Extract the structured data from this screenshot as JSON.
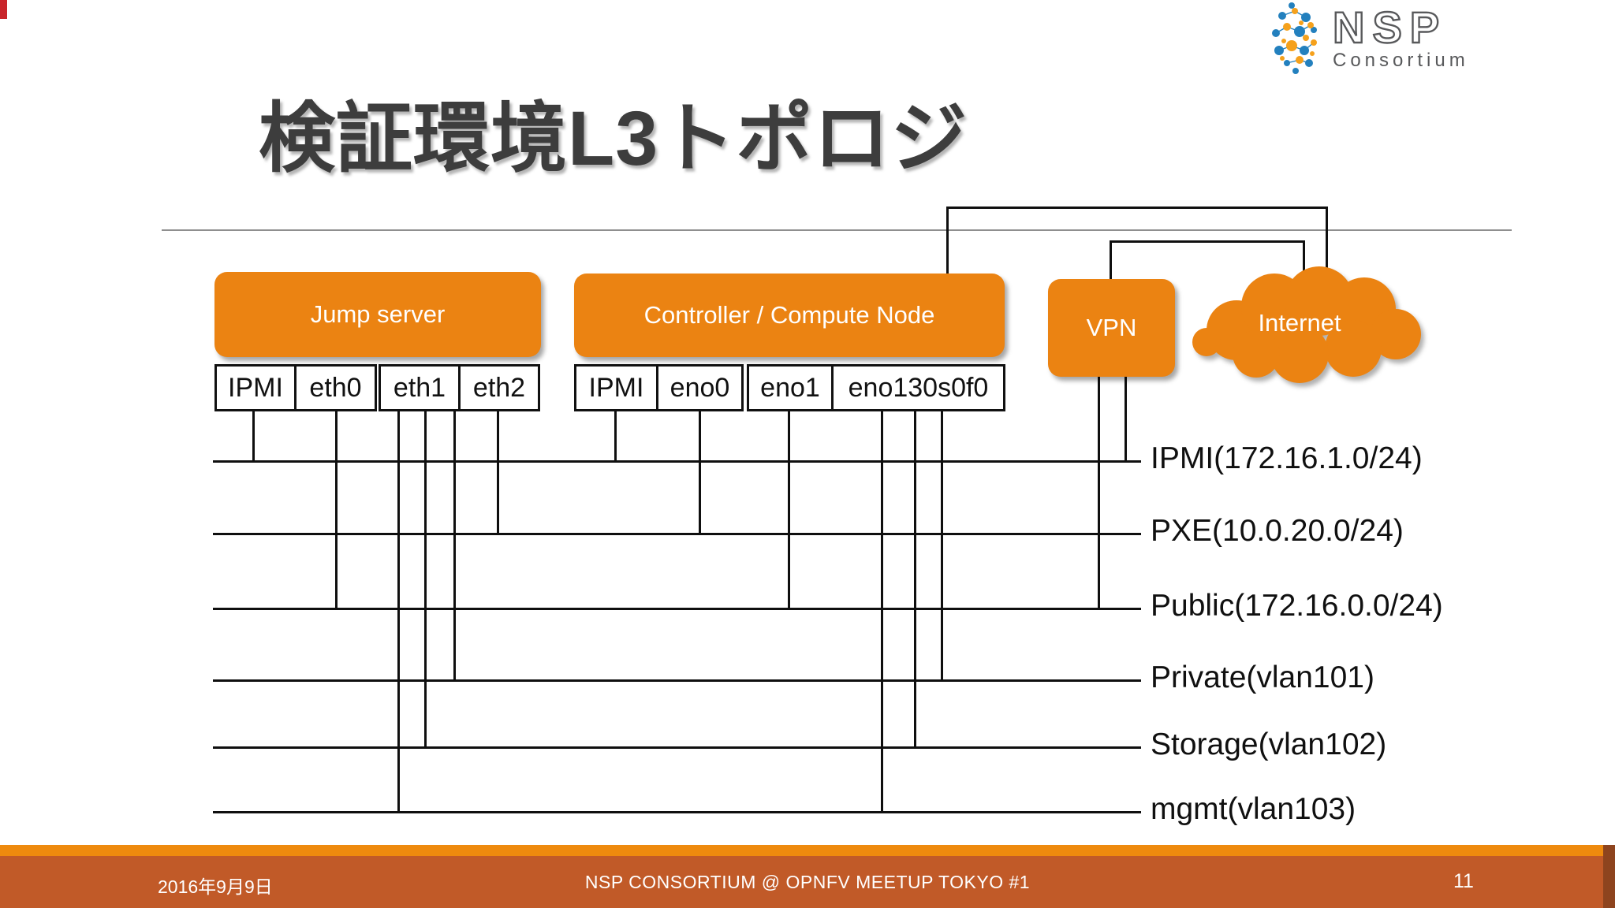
{
  "slide": {
    "title": "検証環境L3トポロジ",
    "logo": {
      "name": "NSP",
      "subtitle": "Consortium"
    },
    "footer": {
      "date": "2016年9月9日",
      "center": "NSP CONSORTIUM @ OPNFV MEETUP TOKYO #1",
      "page_number": "11"
    }
  },
  "nodes": {
    "jump": {
      "label": "Jump server",
      "interfaces": [
        "IPMI",
        "eth0",
        "eth1",
        "eth2"
      ]
    },
    "controller": {
      "label": "Controller / Compute Node",
      "interfaces": [
        "IPMI",
        "eno0",
        "eno1",
        "eno130s0f0"
      ]
    },
    "vpn": {
      "label": "VPN"
    },
    "internet": {
      "label": "Internet"
    }
  },
  "networks": [
    {
      "label": "IPMI(172.16.1.0/24)",
      "connections": [
        "Jump server:IPMI",
        "Controller/Compute:IPMI",
        "VPN"
      ]
    },
    {
      "label": "PXE(10.0.20.0/24)",
      "connections": [
        "Jump server:eth2",
        "Controller/Compute:eno0"
      ]
    },
    {
      "label": "Public(172.16.0.0/24)",
      "connections": [
        "Jump server:eth0",
        "Controller/Compute:eno1",
        "VPN"
      ]
    },
    {
      "label": "Private(vlan101)",
      "connections": [
        "Jump server:eth1",
        "Controller/Compute:eno130s0f0"
      ]
    },
    {
      "label": "Storage(vlan102)",
      "connections": [
        "Jump server:eth1",
        "Controller/Compute:eno130s0f0"
      ]
    },
    {
      "label": "mgmt(vlan103)",
      "connections": [
        "Jump server:eth1",
        "Controller/Compute:eno130s0f0"
      ]
    }
  ],
  "uplinks": [
    "Controller / Compute Node → Internet",
    "VPN → Internet"
  ],
  "colors": {
    "accent_orange": "#eb8312",
    "footer_strip": "#ee8a0e",
    "footer_bar": "#c15a28",
    "title_gray": "#3d3d3d",
    "line_black": "#0f0f0f",
    "divider_gray": "#8f8f8f",
    "corner_red": "#c9252b",
    "logo_blue": "#2380be",
    "logo_orange": "#f5a11c"
  }
}
